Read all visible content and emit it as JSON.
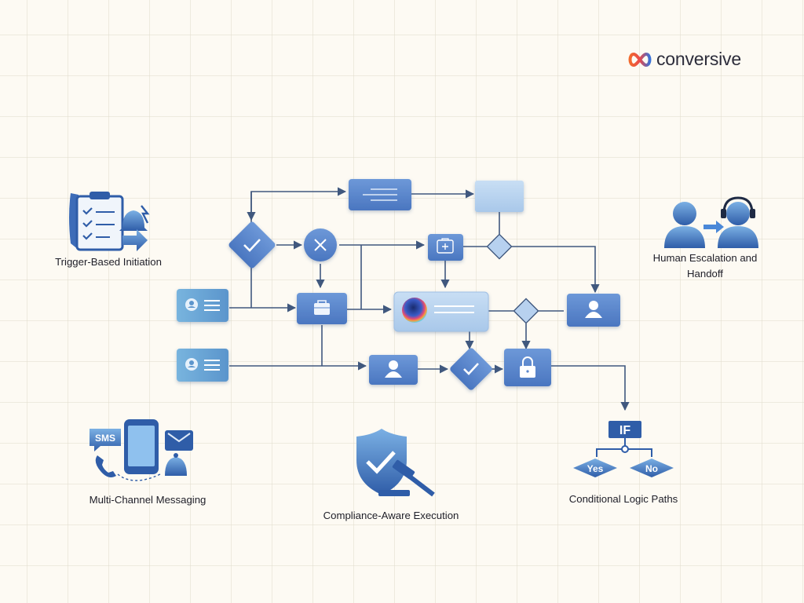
{
  "brand": {
    "name": "conversive"
  },
  "features": {
    "trigger": "Trigger-Based Initiation",
    "escalation": "Human Escalation and Handoff",
    "multichannel": "Multi-Channel Messaging",
    "compliance": "Compliance-Aware Execution",
    "conditional": "Conditional Logic Paths"
  },
  "icon_text": {
    "sms": "SMS",
    "if": "IF",
    "yes": "Yes",
    "no": "No"
  },
  "colors": {
    "background": "#fdfaf3",
    "node_blue": "#5a86cc",
    "node_light": "#7fb3e0",
    "connector": "#40587e",
    "brand_orange": "#f26a2e",
    "brand_blue": "#3a72d8"
  }
}
